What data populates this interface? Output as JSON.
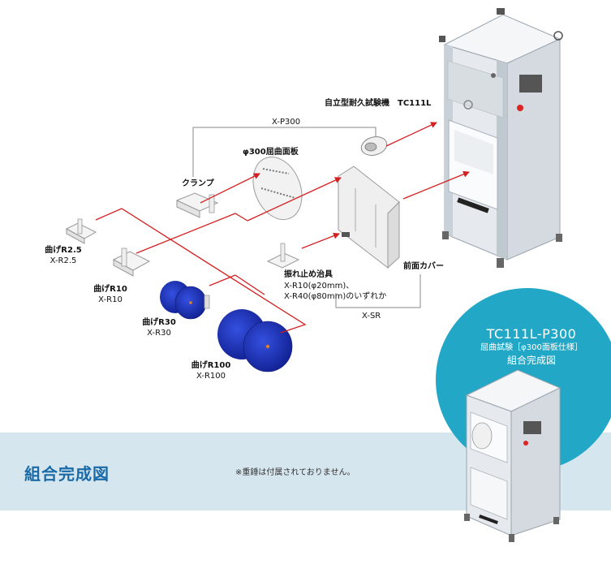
{
  "labels": {
    "machine": "自立型耐久試験機　TC111L",
    "xp300": "X-P300",
    "plate": "φ300屈曲面板",
    "clamp": "クランプ",
    "r25_name": "曲げR2.5",
    "r25_code": "X-R2.5",
    "r10_name": "曲げR10",
    "r10_code": "X-R10",
    "r30_name": "曲げR30",
    "r30_code": "X-R30",
    "r100_name": "曲げR100",
    "r100_code": "X-R100",
    "jig_name": "振れ止め治具",
    "jig_line1": "X-R10(φ20mm)、",
    "jig_line2": "X-R40(φ80mm)のいずれか",
    "cover": "前面カバー",
    "xsr": "X-SR"
  },
  "badge": {
    "title": "TC111L-P300",
    "subtitle": "屈曲試験［φ300面板仕様］",
    "caption": "組合完成図"
  },
  "footer": {
    "title": "組合完成図",
    "note": "※重錘は付属されておりません。"
  },
  "colors": {
    "arrow": "#d42020",
    "band": "#d6e6ee",
    "badge": "#22a8c6",
    "roller": "#1a2fb8",
    "title": "#1a6aa8"
  }
}
